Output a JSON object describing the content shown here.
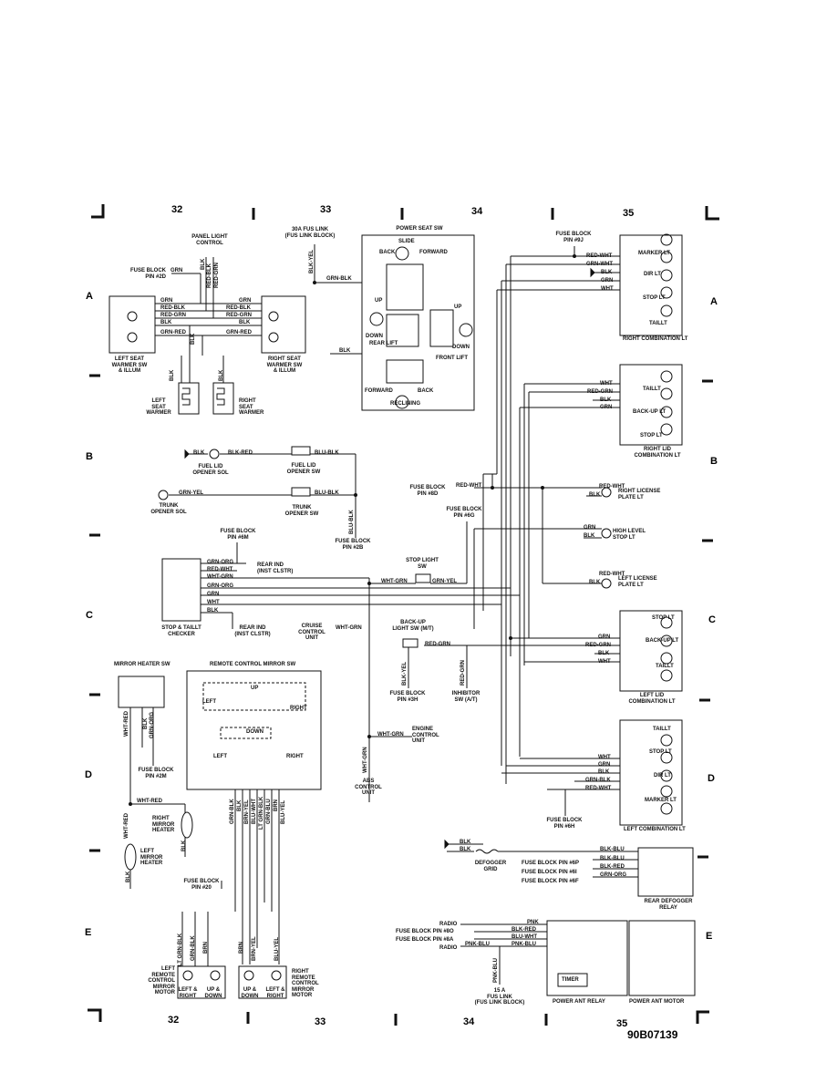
{
  "grid": {
    "columns_top": [
      "32",
      "33",
      "34",
      "35"
    ],
    "columns_bottom": [
      "32",
      "33",
      "34",
      "35"
    ],
    "rows_left": [
      "A",
      "B",
      "C",
      "D",
      "E"
    ],
    "rows_right": [
      "A",
      "B",
      "C",
      "D",
      "E"
    ],
    "code": "90B07139"
  },
  "labels": {
    "panel_light": "PANEL LIGHT\nCONTROL",
    "fb_2d": "FUSE BLOCK\nPIN #2D",
    "left_seat_sw": "LEFT SEAT\nWARMER SW\n& ILLUM",
    "right_seat_sw": "RIGHT SEAT\nWARMER SW\n& ILLUM",
    "left_seat_warmer": "LEFT\nSEAT\nWARMER",
    "right_seat_warmer": "RIGHT\nSEAT\nWARMER",
    "fus_link_30a": "30A FUS LINK\n(FUS LINK BLOCK)",
    "power_seat_sw": "POWER SEAT SW",
    "slide": "SLIDE",
    "back": "BACK",
    "forward": "FORWARD",
    "up": "UP",
    "down": "DOWN",
    "rear_lift": "REAR LIFT",
    "front_lift": "FRONT LIFT",
    "reclining": "RECLINING",
    "fb_9j": "FUSE BLOCK\nPIN #9J",
    "marker_lt": "MARKER LT",
    "dir_lt": "DIR LT",
    "stop_lt": "STOP LT",
    "taillt": "TAILLT",
    "right_comb": "RIGHT COMBINATION LT",
    "backup_lt": "BACK-UP LT",
    "right_lid_comb": "RIGHT LID\nCOMBINATION LT",
    "fuel_lid_sol": "FUEL LID\nOPENER SOL",
    "fuel_lid_sw": "FUEL LID\nOPENER SW",
    "trunk_sol": "TRUNK\nOPENER SOL",
    "trunk_sw": "TRUNK\nOPENER SW",
    "fb_2b": "FUSE BLOCK\nPIN #2B",
    "fb_8d": "FUSE BLOCK\nPIN #8D",
    "fb_6g": "FUSE BLOCK\nPIN #6G",
    "right_license": "RIGHT LICENSE\nPLATE LT",
    "high_level": "HIGH LEVEL\nSTOP LT",
    "left_license": "LEFT LICENSE\nPLATE LT",
    "fb_6m": "FUSE BLOCK\nPIN #6M",
    "rear_ind_1": "REAR IND\n(INST CLSTR)",
    "rear_ind_2": "REAR IND\n(INST CLSTR)",
    "stop_taillt_checker": "STOP & TAILLT\nCHECKER",
    "stop_light_sw": "STOP LIGHT\nSW",
    "cruise": "CRUISE\nCONTROL\nUNIT",
    "backup_sw": "BACK-UP\nLIGHT SW (M/T)",
    "fb_3h": "FUSE BLOCK\nPIN #3H",
    "inhibitor": "INHIBITOR\nSW (A/T)",
    "left_lid_comb": "LEFT LID\nCOMBINATION LT",
    "mirror_heater_sw": "MIRROR HEATER SW",
    "remote_mirror_sw": "REMOTE CONTROL MIRROR SW",
    "left": "LEFT",
    "right": "RIGHT",
    "fb_2m": "FUSE BLOCK\nPIN #2M",
    "right_mirror_heater": "RIGHT\nMIRROR\nHEATER",
    "left_mirror_heater": "LEFT\nMIRROR\nHEATER",
    "fb_20": "FUSE BLOCK\nPIN #20",
    "engine_control": "ENGINE\nCONTROL\nUNIT",
    "abs_control": "ABS\nCONTROL\nUNIT",
    "left_comb": "LEFT COMBINATION LT",
    "fb_6h": "FUSE BLOCK\nPIN #6H",
    "defogger_grid": "DEFOGGER\nGRID",
    "fb_6p": "FUSE BLOCK PIN #6P",
    "fb_6i": "FUSE BLOCK PIN #6I",
    "fb_6f": "FUSE BLOCK PIN #6F",
    "rear_defogger_relay": "REAR DEFOGGER\nRELAY",
    "radio": "RADIO",
    "fb_8o": "FUSE BLOCK PIN #8O",
    "fb_8a": "FUSE BLOCK PIN #8A",
    "radio2": "RADIO",
    "timer": "TIMER",
    "fus_link_15a": "15 A\nFUS LINK\n(FUS LINK BLOCK)",
    "power_ant_relay": "POWER ANT RELAY",
    "power_ant_motor": "POWER ANT MOTOR",
    "left_mirror_motor": "LEFT\nREMOTE\nCONTROL\nMIRROR\nMOTOR",
    "right_mirror_motor": "RIGHT\nREMOTE\nCONTROL\nMIRROR\nMOTOR",
    "left_right": "LEFT &\nRIGHT",
    "up_down": "UP &\nDOWN",
    "up_down2": "UP &\nDOWN",
    "left_right2": "LEFT &\nRIGHT"
  },
  "wires": {
    "grn": "GRN",
    "red_blk": "RED-BLK",
    "red_grn": "RED-GRN",
    "blk": "BLK",
    "grn_red": "GRN-RED",
    "blk_yel": "BLK-YEL",
    "grn_blk": "GRN-BLK",
    "red_wht": "RED-WHT",
    "grn_wht": "GRN-WHT",
    "wht": "WHT",
    "blk_red": "BLK-RED",
    "blu_blk": "BLU-BLK",
    "grn_yel": "GRN-YEL",
    "grn_org": "GRN-ORG",
    "wht_grn": "WHT-GRN",
    "wht_red": "WHT-RED",
    "blk_blu": "BLK-BLU",
    "blu_wht": "BLU-WHT",
    "pnk": "PNK",
    "pnk_blu": "PNK-BLU",
    "lt_grn_blk": "LT GRN-BLK",
    "brn": "BRN",
    "brn_yel": "BRN-YEL",
    "blu_yel": "BLU-YEL",
    "grn_blu": "GRN-BLU"
  }
}
